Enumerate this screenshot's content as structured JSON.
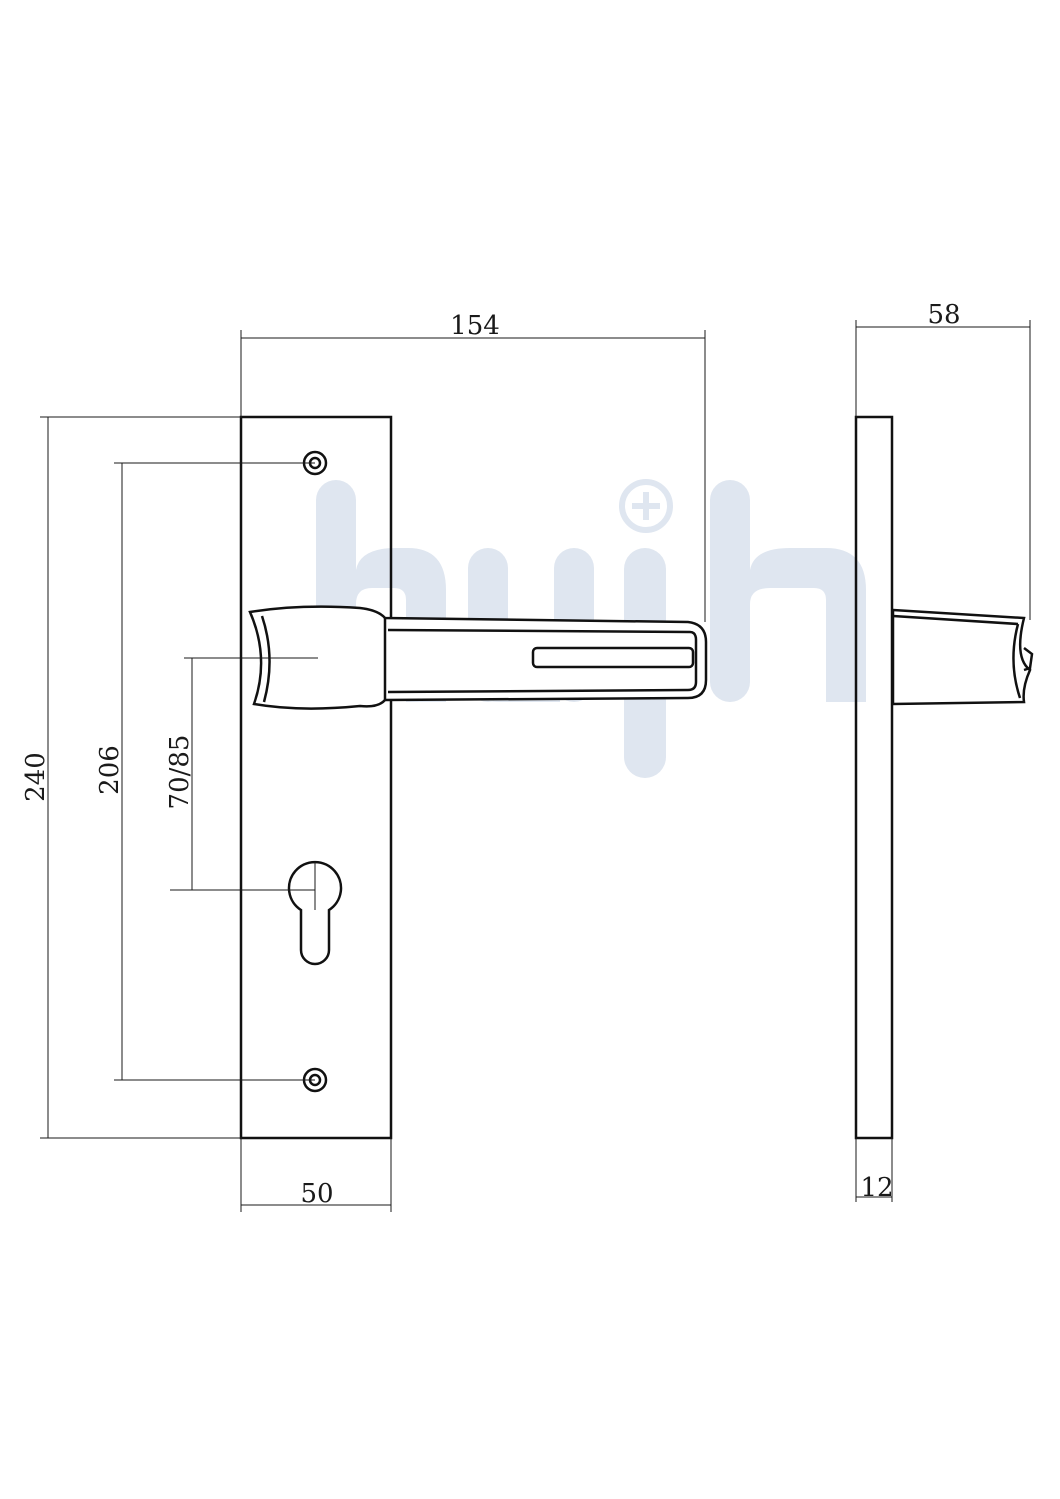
{
  "dimensions": {
    "total_width": "154",
    "projection": "58",
    "plate_height": "240",
    "screw_spacing": "206",
    "backset": "70/85",
    "plate_width": "50",
    "plate_thickness": "12"
  },
  "colors": {
    "line": "#1a1a1a",
    "watermark": "#dfe6f0"
  }
}
